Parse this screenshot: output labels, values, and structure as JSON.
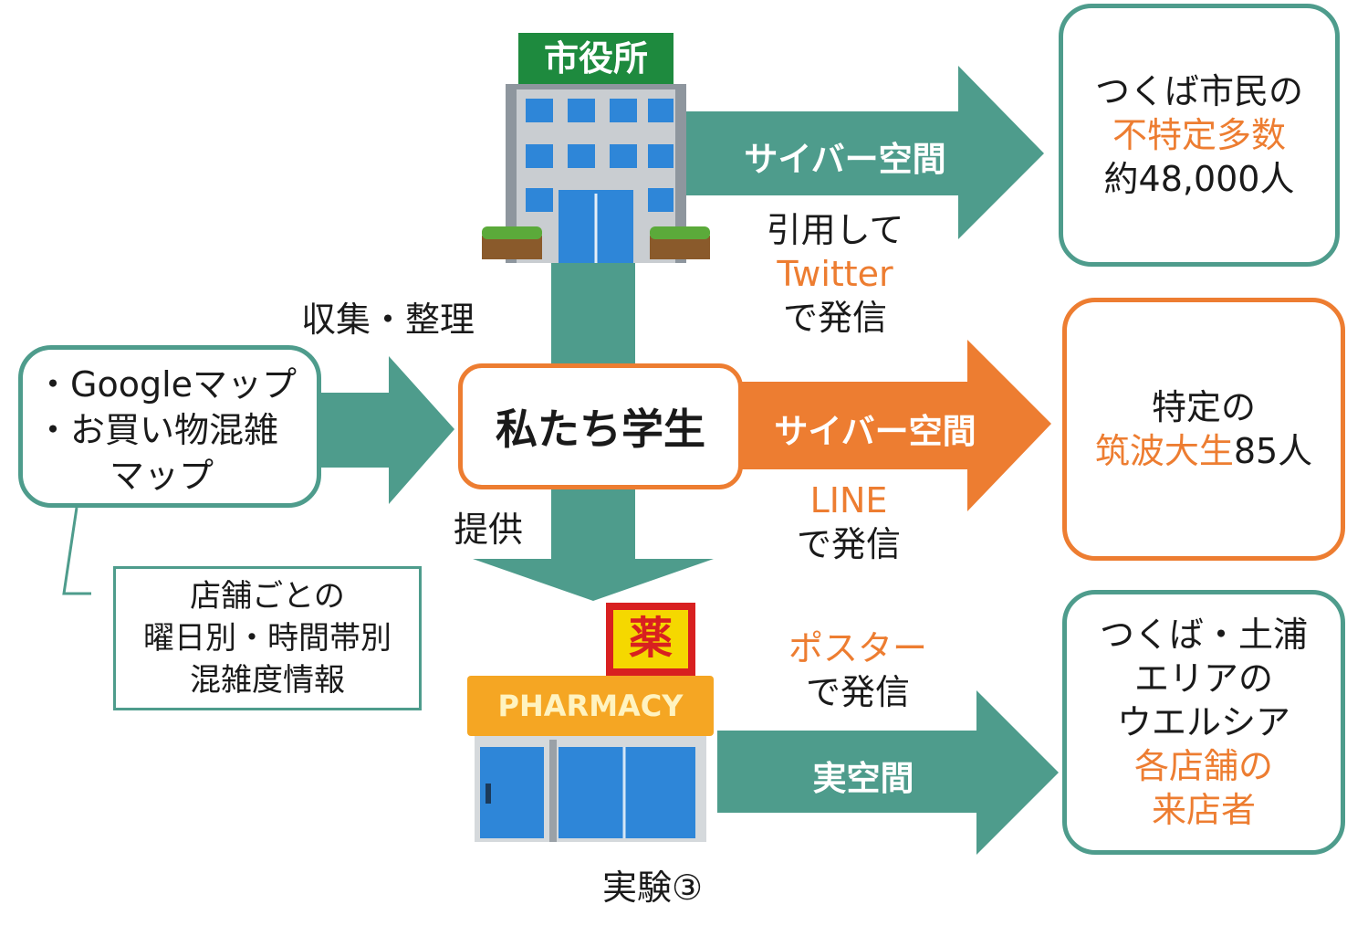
{
  "city_hall": {
    "sign": "市役所"
  },
  "pharmacy": {
    "sign_kanji": "薬",
    "sign": "PHARMACY"
  },
  "sources": {
    "line1": "・Googleマップ",
    "line2": "・お買い物混雑",
    "line3": "マップ"
  },
  "source_note": {
    "line1": "店舗ごとの",
    "line2": "曜日別・時間帯別",
    "line3": "混雑度情報"
  },
  "students": {
    "label": "私たち学生"
  },
  "labels": {
    "collect": "収集・整理",
    "provide": "提供",
    "experiment": "実験③",
    "twitter_pre": "引用して",
    "twitter": "Twitter",
    "twitter_post": "で発信",
    "line": "LINE",
    "line_post": "で発信",
    "poster": "ポスター",
    "poster_post": "で発信"
  },
  "arrows": {
    "top": "サイバー空間",
    "middle": "サイバー空間",
    "bottom": "実空間"
  },
  "targets": {
    "top": {
      "line1": "つくば市民の",
      "line2": "不特定多数",
      "line3": "約48,000人"
    },
    "middle": {
      "line1": "特定の",
      "line2_orange": "筑波大生",
      "line2_rest": "85人"
    },
    "bottom": {
      "line1": "つくば・土浦",
      "line2": "エリアの",
      "line3": "ウエルシア",
      "line4": "各店舗の",
      "line5": "来店者"
    }
  },
  "colors": {
    "teal": "#4E9C8C",
    "orange": "#ED7D31",
    "green_sign": "#1E8A3E"
  }
}
